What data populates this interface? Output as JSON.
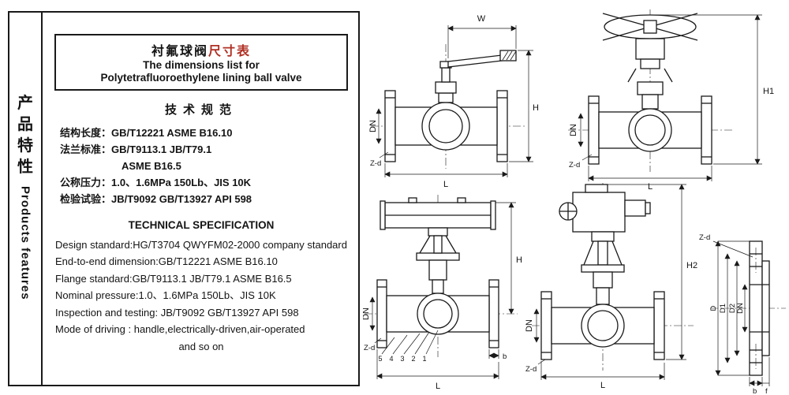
{
  "colors": {
    "accent_red": "#b03024",
    "ink": "#1a1a1a"
  },
  "panel": {
    "sidebar": {
      "cn": [
        "产",
        "品",
        "特",
        "性"
      ],
      "en": "Products features"
    },
    "title": {
      "cn_black": "衬氟球阀",
      "cn_red": "尺寸表",
      "en_line1": "The dimensions list for",
      "en_line2": "Polytetrafluoroethylene lining ball valve"
    },
    "spec_cn": {
      "heading": "技术规范",
      "lines": [
        {
          "label": "结构长度：",
          "value": "GB/T12221 ASME B16.10"
        },
        {
          "label": "法兰标准：",
          "value": "GB/T9113.1  JB/T79.1"
        },
        {
          "label": "",
          "value": "ASME B16.5"
        },
        {
          "label": "公称压力：",
          "value": "1.0、1.6MPa 150Lb、JIS 10K"
        },
        {
          "label": "检验试验：",
          "value": "JB/T9092 GB/T13927 API 598"
        }
      ]
    },
    "spec_en": {
      "heading": "TECHNICAL SPECIFICATION",
      "lines": [
        "Design standard:HG/T3704 QWYFM02-2000 company standard",
        "End-to-end dimension:GB/T12221  ASME B16.10",
        "Flange standard:GB/T9113.1  JB/T79.1  ASME B16.5",
        "Nominal pressure:1.0、1.6MPa 150Lb、JIS 10K",
        "Inspection and testing: JB/T9092 GB/T13927 API 598",
        "Mode of driving : handle,electrically-driven,air-operated",
        "and so on"
      ]
    }
  },
  "drawings": {
    "lever": {
      "W": "W",
      "H": "H",
      "DN": "DN",
      "L": "L",
      "Zd": "Z-d"
    },
    "handwheel": {
      "H1": "H1",
      "DN": "DN",
      "L": "L",
      "Zd": "Z-d"
    },
    "pneumatic": {
      "H": "H",
      "DN": "DN",
      "L": "L",
      "Zd": "Z-d",
      "b": "b",
      "parts": [
        "5",
        "4",
        "3",
        "2",
        "1"
      ]
    },
    "electric": {
      "H2": "H2",
      "DN": "DN",
      "L": "L",
      "Zd": "Z-d"
    },
    "flange_detail": {
      "Zd": "Z-d",
      "D": "D",
      "D1": "D1",
      "D2": "D2",
      "DN": "DN",
      "b": "b",
      "f": "f"
    }
  }
}
